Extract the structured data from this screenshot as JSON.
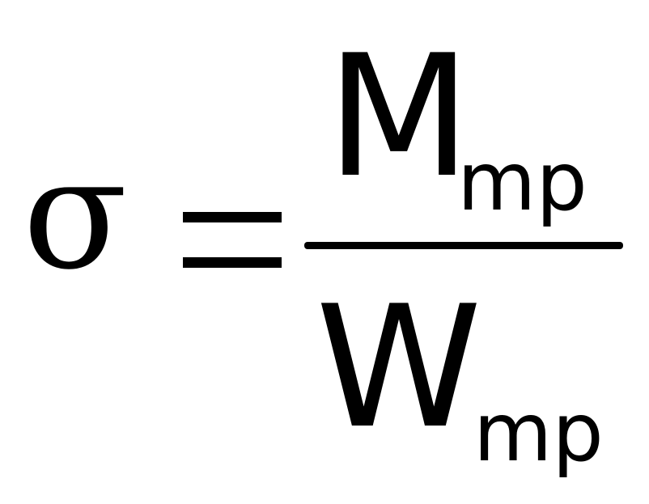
{
  "formula": {
    "lhs": "σ",
    "operator": "=",
    "numerator": {
      "symbol": "M",
      "subscript": "mp"
    },
    "denominator": {
      "symbol": "W",
      "subscript": "mp"
    }
  }
}
